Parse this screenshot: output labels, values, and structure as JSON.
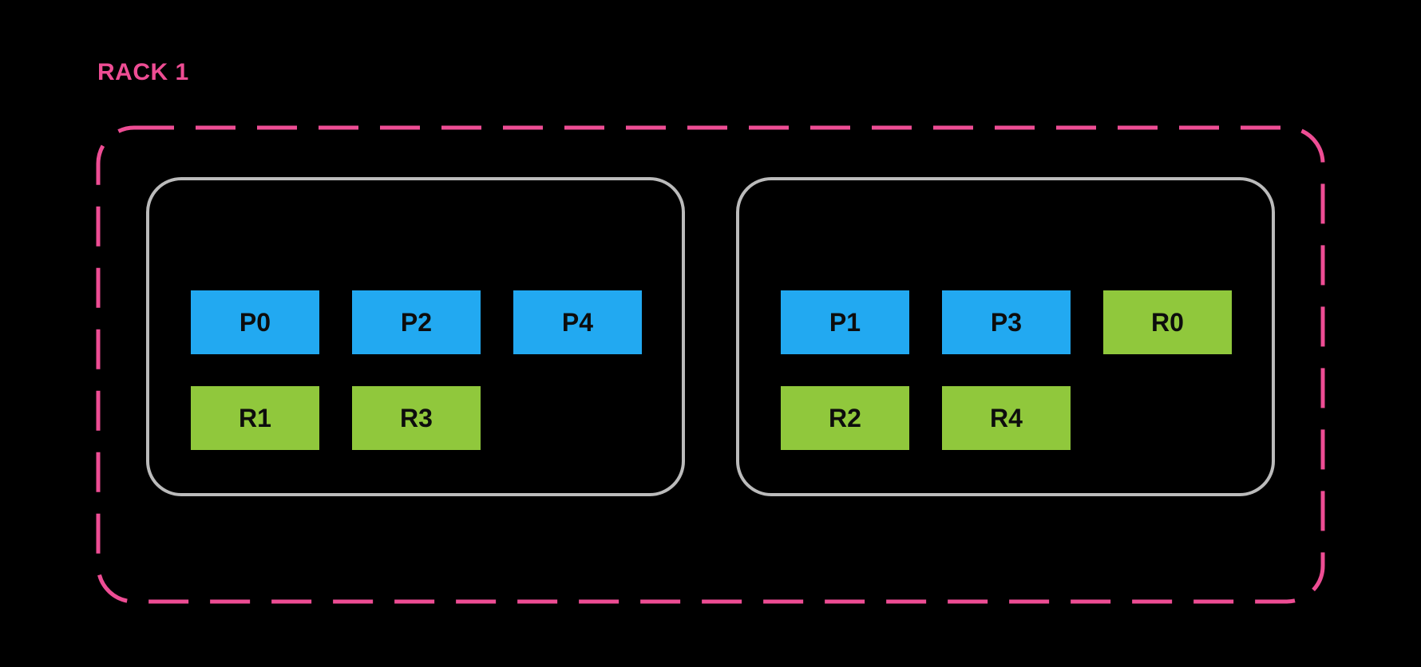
{
  "colors": {
    "background": "#000000",
    "rack_border": "#ee4d94",
    "host_border": "#bbbbbb",
    "primary": "#22a9f1",
    "replica": "#90c83c",
    "chip_text": "#0d0d0d"
  },
  "rack": {
    "label": "RACK 1",
    "hosts": [
      {
        "rows": [
          [
            {
              "label": "P0",
              "type": "primary"
            },
            {
              "label": "P2",
              "type": "primary"
            },
            {
              "label": "P4",
              "type": "primary"
            }
          ],
          [
            {
              "label": "R1",
              "type": "replica"
            },
            {
              "label": "R3",
              "type": "replica"
            }
          ]
        ]
      },
      {
        "rows": [
          [
            {
              "label": "P1",
              "type": "primary"
            },
            {
              "label": "P3",
              "type": "primary"
            },
            {
              "label": "R0",
              "type": "replica"
            }
          ],
          [
            {
              "label": "R2",
              "type": "replica"
            },
            {
              "label": "R4",
              "type": "replica"
            }
          ]
        ]
      }
    ]
  }
}
